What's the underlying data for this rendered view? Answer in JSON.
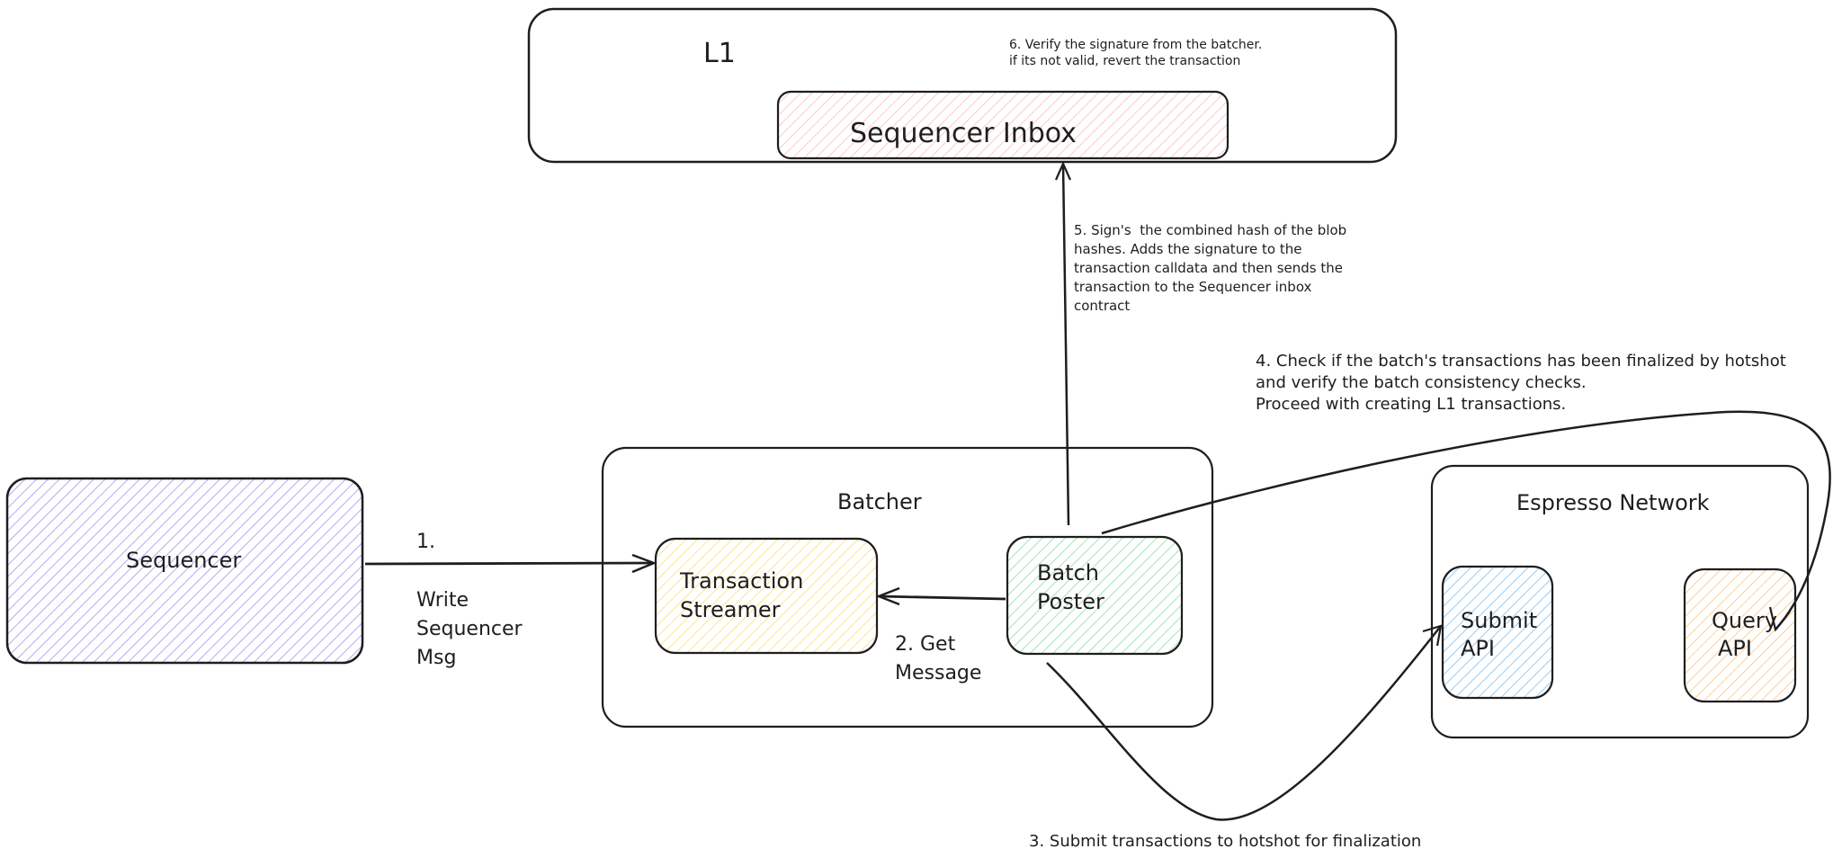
{
  "diagram": {
    "containers": {
      "l1": {
        "label": "L1"
      },
      "batcher": {
        "label": "Batcher"
      },
      "espresso": {
        "label": "Espresso Network"
      }
    },
    "nodes": {
      "sequencer_inbox": {
        "label": "Sequencer Inbox",
        "fill": "#ffc9c9"
      },
      "sequencer": {
        "label": "Sequencer",
        "fill": "#d0bfff"
      },
      "transaction_streamer": {
        "label_line1": "Transaction",
        "label_line2": "Streamer",
        "fill": "#ffec99"
      },
      "batch_poster": {
        "label_line1": "Batch",
        "label_line2": "Poster",
        "fill": "#b2f2bb"
      },
      "submit_api": {
        "label_line1": "Submit",
        "label_line2": "API",
        "fill": "#a5d8ff"
      },
      "query_api": {
        "label_line1": "Query",
        "label_line2": "API",
        "fill": "#ffd8a8"
      }
    },
    "edges": {
      "step1": {
        "number": "1.",
        "line1": "Write",
        "line2": "Sequencer",
        "line3": "Msg"
      },
      "step2": {
        "line1": "2. Get",
        "line2": "Message"
      },
      "step3": {
        "text": "3. Submit transactions to hotshot for finalization"
      },
      "step4": {
        "line1": "4. Check if the batch's transactions has been finalized by hotshot",
        "line2": "and verify the batch consistency checks.",
        "line3": "Proceed with creating L1 transactions."
      },
      "step5": {
        "line1": "5. Sign's  the combined hash of the blob",
        "line2": "hashes. Adds the signature to the",
        "line3": "transaction calldata and then sends the",
        "line4": "transaction to the Sequencer inbox",
        "line5": "contract"
      },
      "step6": {
        "line1": "6. Verify the signature from the batcher.",
        "line2": "if its not valid, revert the transaction"
      }
    },
    "stroke_color": "#1e1e1e"
  }
}
